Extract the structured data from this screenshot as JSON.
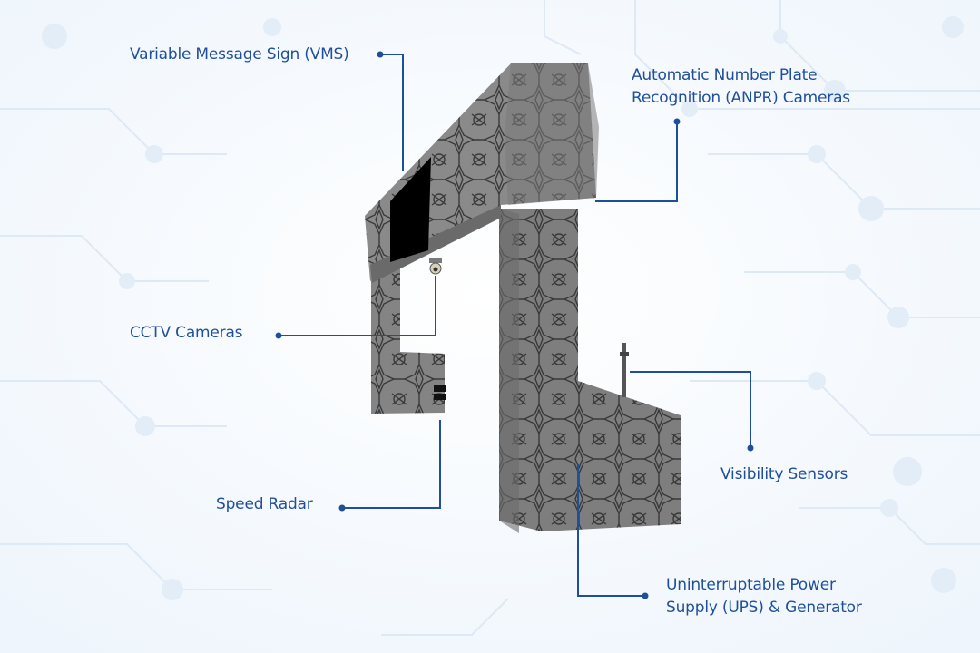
{
  "labels": {
    "vms": "Variable Message Sign (VMS)",
    "anpr_line1": "Automatic Number Plate",
    "anpr_line2": "Recognition (ANPR) Cameras",
    "cctv": "CCTV Cameras",
    "visibility": "Visibility Sensors",
    "speed_radar": "Speed Radar",
    "ups_line1": "Uninterruptable Power",
    "ups_line2": "Supply (UPS) & Generator"
  },
  "colors": {
    "background": "#f3f8fd",
    "circuit": "#dbe8f4",
    "leader": "#1f4f9c",
    "label": "#1f4f9c",
    "structure_light": "#8f8f8f",
    "structure_mid": "#7d7d7d",
    "structure_dark": "#6a6a6a",
    "pattern": "#2e2e2e",
    "screen": "#000000"
  },
  "icons": [
    "cctv-camera-icon",
    "speed-radar-icon",
    "visibility-sensor-icon"
  ]
}
